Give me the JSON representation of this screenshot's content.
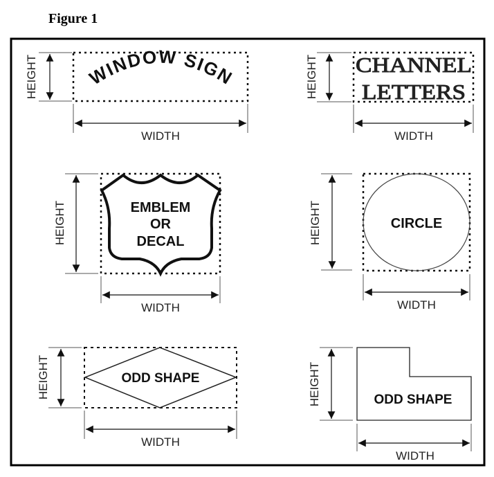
{
  "figure": {
    "title": "Figure 1",
    "panels": [
      {
        "id": "window-sign",
        "sign_text": "WINDOW SIGN",
        "height_label": "HEIGHT",
        "width_label": "WIDTH"
      },
      {
        "id": "channel-letters",
        "sign_text_line1": "CHANNEL",
        "sign_text_line2": "LETTERS",
        "height_label": "HEIGHT",
        "width_label": "WIDTH"
      },
      {
        "id": "emblem",
        "sign_text_line1": "EMBLEM",
        "sign_text_line2": "OR",
        "sign_text_line3": "DECAL",
        "height_label": "HEIGHT",
        "width_label": "WIDTH"
      },
      {
        "id": "circle",
        "sign_text": "CIRCLE",
        "height_label": "HEIGHT",
        "width_label": "WIDTH"
      },
      {
        "id": "diamond",
        "sign_text": "ODD SHAPE",
        "height_label": "HEIGHT",
        "width_label": "WIDTH"
      },
      {
        "id": "l-shape",
        "sign_text": "ODD SHAPE",
        "height_label": "HEIGHT",
        "width_label": "WIDTH"
      }
    ]
  }
}
